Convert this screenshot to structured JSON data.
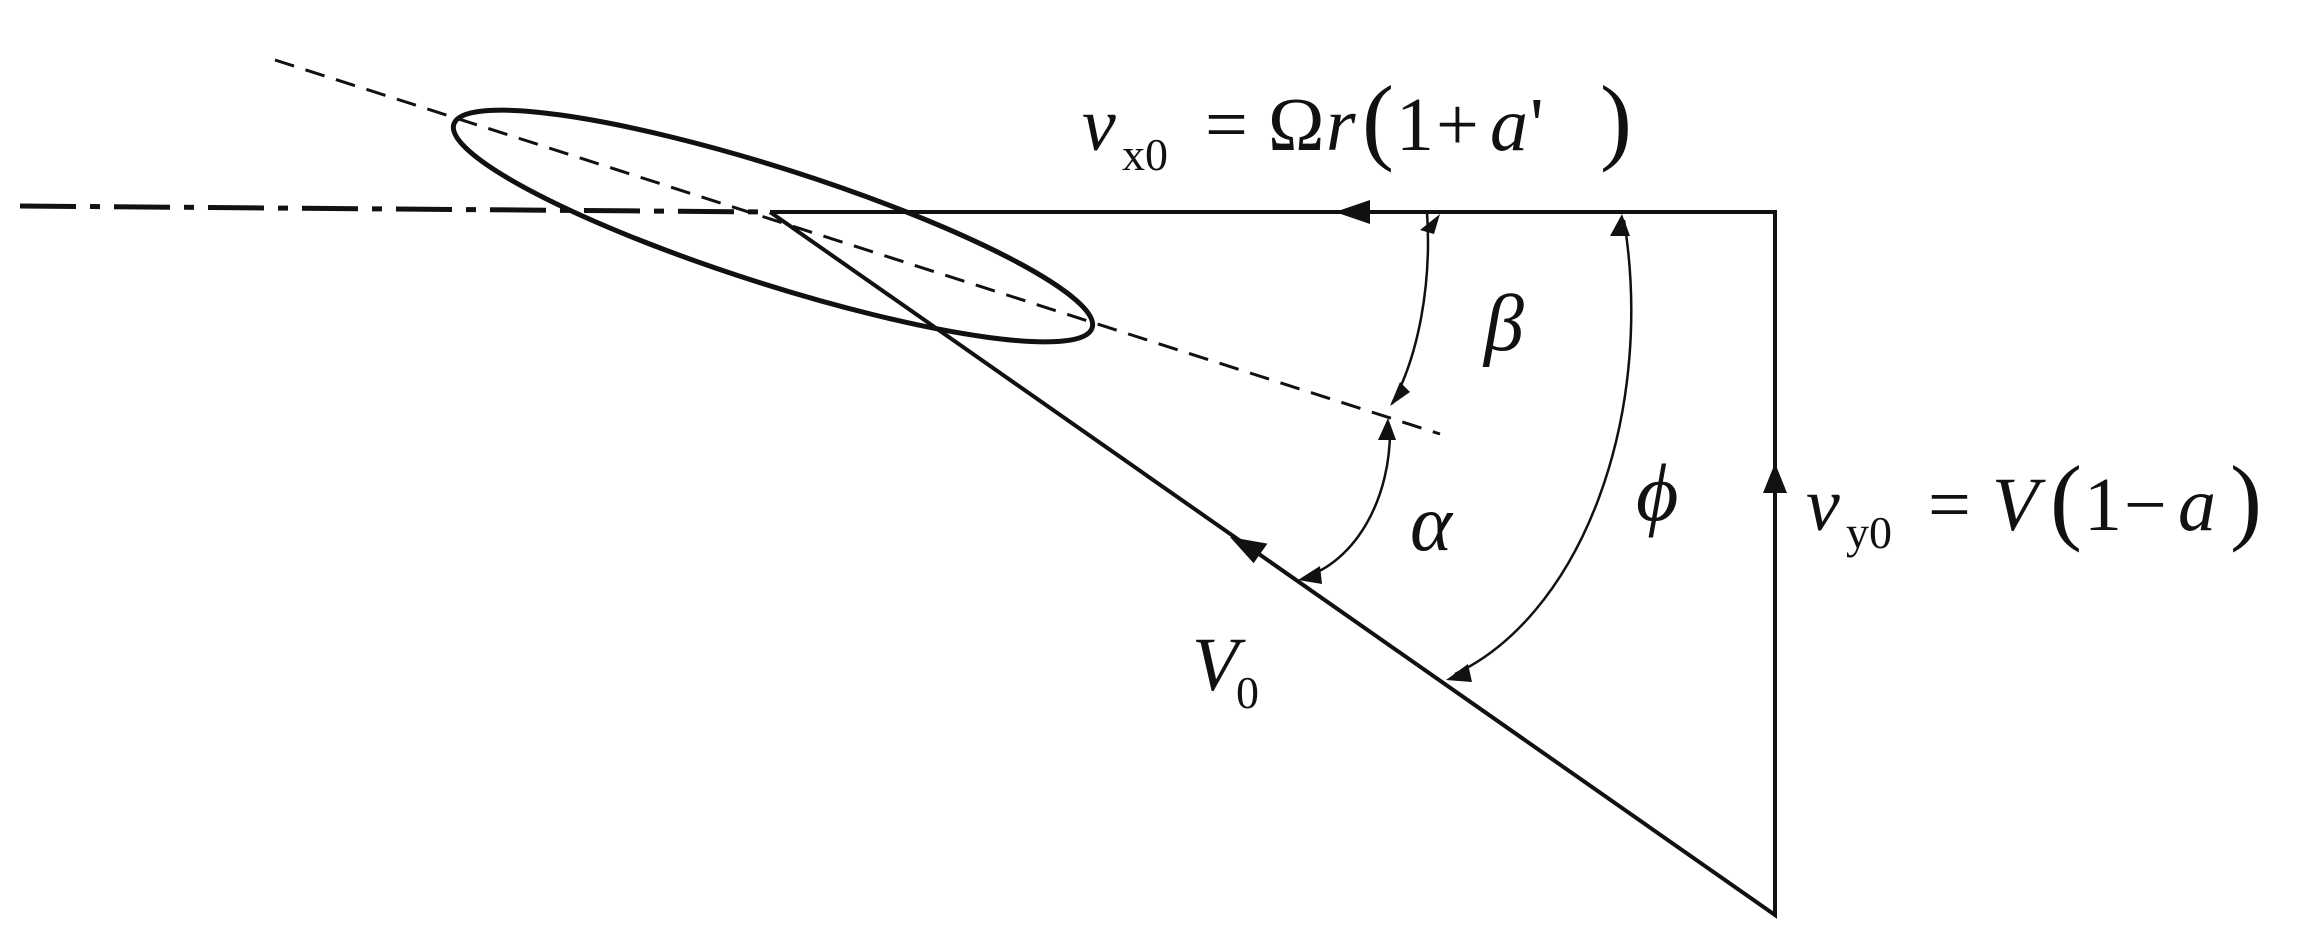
{
  "labels": {
    "vx": {
      "symbol": "v",
      "sub": "x0",
      "eq": " = ",
      "omega": "Ω",
      "r": "r",
      "open": "(",
      "one": "1",
      "plus": "+",
      "a": "a",
      "prime": "'",
      "close": ")"
    },
    "vy": {
      "symbol": "v",
      "sub": "y0",
      "eq": " = ",
      "V": "V",
      "open": "(",
      "one": "1",
      "minus": "−",
      "a": "a",
      "close": ")"
    },
    "V0": {
      "symbol": "V",
      "sub": "0"
    },
    "beta": "β",
    "alpha": "α",
    "phi": "ϕ"
  }
}
